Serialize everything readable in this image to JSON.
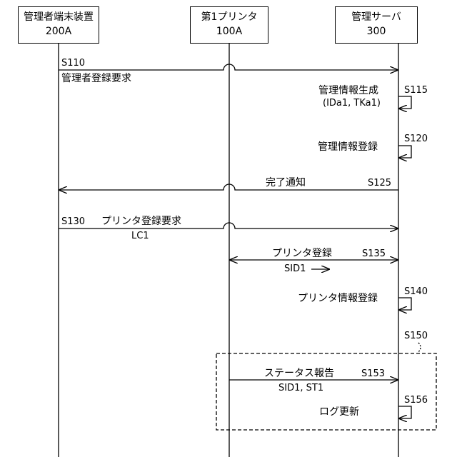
{
  "lanes": [
    {
      "id": "admin",
      "name": "管理者端末装置",
      "code": "200A"
    },
    {
      "id": "printer",
      "name": "第1プリンタ",
      "code": "100A"
    },
    {
      "id": "server",
      "name": "管理サーバ",
      "code": "300"
    }
  ],
  "messages": [
    {
      "step": "S110",
      "label": "管理者登録要求",
      "from": "admin",
      "to": "server"
    },
    {
      "step": "S115",
      "label": "管理情報生成",
      "detail": "(IDa1, TKa1)",
      "type": "self",
      "lane": "server"
    },
    {
      "step": "S120",
      "label": "管理情報登録",
      "type": "self",
      "lane": "server"
    },
    {
      "step": "S125",
      "label": "完了通知",
      "from": "server",
      "to": "admin"
    },
    {
      "step": "S130",
      "label": "プリンタ登録要求",
      "detail": "LC1",
      "from": "admin",
      "to": "server"
    },
    {
      "step": "S135",
      "label": "プリンタ登録",
      "detail": "SID1",
      "from": "printer",
      "to": "server",
      "bidirectional": true
    },
    {
      "step": "S140",
      "label": "プリンタ情報登録",
      "type": "self",
      "lane": "server"
    },
    {
      "step": "S153",
      "label": "ステータス報告",
      "detail": "SID1, ST1",
      "from": "printer",
      "to": "server"
    },
    {
      "step": "S156",
      "label": "ログ更新",
      "type": "self",
      "lane": "server"
    }
  ],
  "group": {
    "step": "S150"
  }
}
